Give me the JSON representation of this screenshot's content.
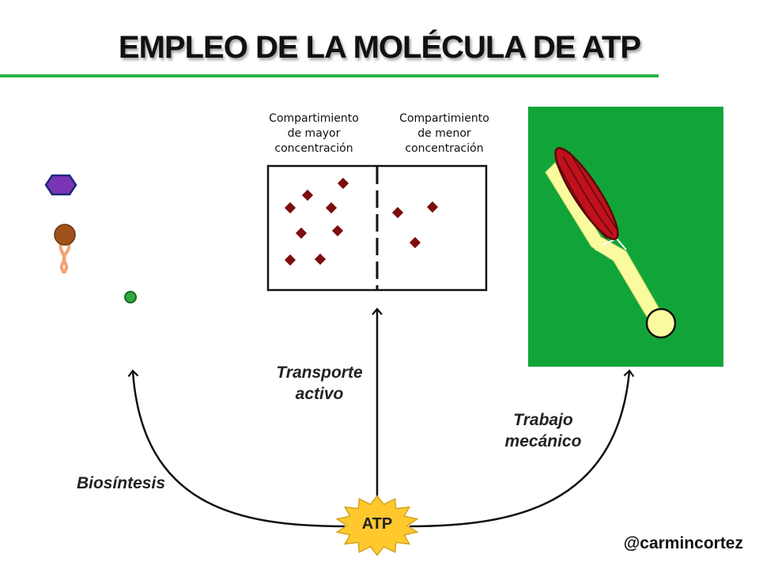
{
  "title": "EMPLEO DE LA MOLÉCULA DE ATP",
  "colors": {
    "title_rule": "#2db34a",
    "muscle_panel": "#11a539",
    "muscle": "#c0111d",
    "bone": "#fafa9e",
    "particle": "#7d0d0d",
    "atp_burst": "#ffc92e",
    "hexagon": "#7a35b5",
    "lipid_head": "#a0521b",
    "lipid_tail": "#f4a370",
    "small_molecule": "#2eaa3a"
  },
  "compartments": {
    "high_label": "Compartimiento\nde mayor\nconcentración",
    "low_label": "Compartimiento\nde menor\nconcentración"
  },
  "edges": {
    "biosynthesis": "Biosíntesis",
    "active_transport": "Transporte\nactivo",
    "mechanical_work": "Trabajo\nmecánico"
  },
  "center": {
    "label": "ATP"
  },
  "biosynthesis_molecules": [
    "hexagon-molecule",
    "lipid-molecule",
    "small-molecule"
  ],
  "signature": "@carmincortez"
}
